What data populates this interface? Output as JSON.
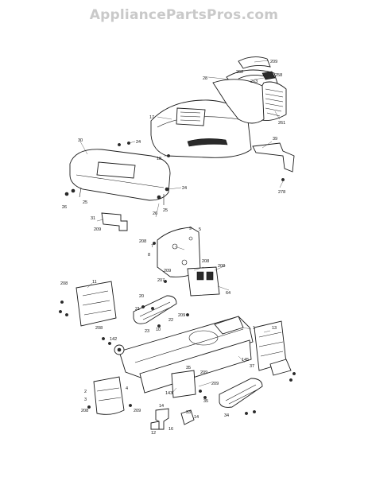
{
  "watermark": "AppliancePartsPros.com",
  "callouts": {
    "c209a": "209",
    "c262": "262",
    "c258": "258",
    "c28": "28",
    "c263": "263",
    "c261": "261",
    "c17": "17",
    "c39": "39",
    "c278": "278",
    "c30": "30",
    "c24a": "24",
    "c18": "18",
    "c24b": "24",
    "c26a": "26",
    "c25a": "25",
    "c26b": "26",
    "c25b": "25",
    "c31": "31",
    "c209b": "209",
    "c9": "9",
    "c208a": "208",
    "c7": "7",
    "c8": "8",
    "c5": "5",
    "c209c": "209",
    "c208b": "208",
    "c207": "207",
    "c64": "64",
    "c208c": "208",
    "c11": "11",
    "c20": "20",
    "c21": "21",
    "c22": "22",
    "c23": "23",
    "c209d": "209",
    "c10": "10",
    "c208d": "208",
    "c142": "142",
    "c1": "1",
    "c13": "13",
    "c145": "145",
    "c37": "37",
    "c35a": "35",
    "c209e": "209",
    "c209f": "209",
    "c143": "143",
    "c208e": "208",
    "c2": "2",
    "c3": "3",
    "c4": "4",
    "c14a": "14",
    "c14b": "14",
    "c209g": "209",
    "c35b": "35",
    "c208f": "208",
    "c34": "34",
    "c16": "16",
    "c33": "33",
    "c12": "12"
  }
}
